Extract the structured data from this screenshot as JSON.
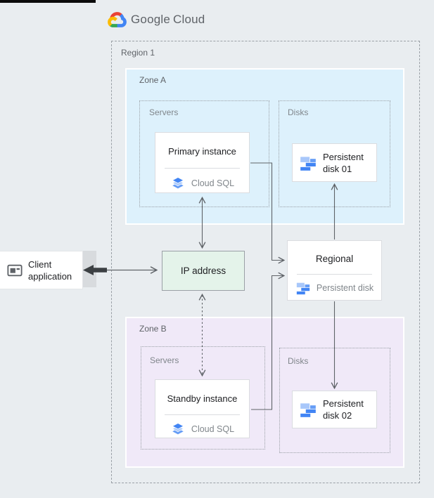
{
  "header": {
    "brand_part1": "Google",
    "brand_part2": "Cloud"
  },
  "region": {
    "label": "Region 1"
  },
  "zone_a": {
    "label": "Zone A",
    "servers_group_label": "Servers",
    "disks_group_label": "Disks",
    "primary_instance": {
      "title": "Primary instance",
      "service": "Cloud SQL"
    },
    "persistent_disk_01": {
      "line1": "Persistent",
      "line2": "disk 01"
    }
  },
  "zone_b": {
    "label": "Zone B",
    "servers_group_label": "Servers",
    "disks_group_label": "Disks",
    "standby_instance": {
      "title": "Standby instance",
      "service": "Cloud SQL"
    },
    "persistent_disk_02": {
      "line1": "Persistent",
      "line2": "disk 02"
    }
  },
  "middle": {
    "ip_address": {
      "label": "IP address"
    },
    "regional_disk": {
      "title": "Regional",
      "service": "Persistent disk"
    },
    "client": {
      "line1": "Client",
      "line2": "application"
    }
  },
  "colors": {
    "page_bg": "#e9edf0",
    "zone_a_bg": "#ddf1fc",
    "zone_b_bg": "#f0e9f8",
    "ip_bg": "#e4f3ea",
    "google_blue": "#4285f4",
    "google_red": "#ea4335",
    "google_yellow": "#fbbc04",
    "google_green": "#34a853",
    "light_blue": "#a8c7fa",
    "mid_blue": "#669df6",
    "arrow_gray": "#5f6368",
    "thick_arrow": "#3c4043"
  }
}
